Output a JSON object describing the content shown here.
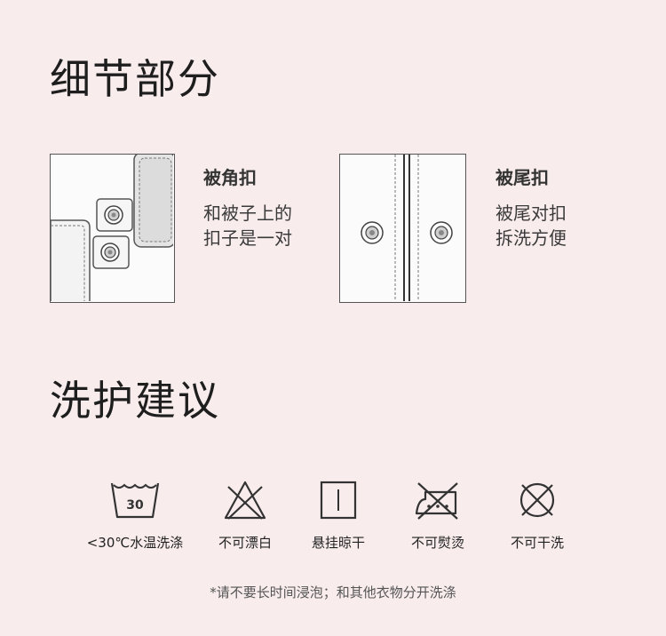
{
  "sections": {
    "detail_title": "细节部分",
    "care_title": "洗护建议"
  },
  "details": [
    {
      "title": "被角扣",
      "lines": [
        "和被子上的",
        "扣子是一对"
      ]
    },
    {
      "title": "被尾扣",
      "lines": [
        "被尾对扣",
        "拆洗方便"
      ]
    }
  ],
  "care": [
    {
      "icon": "wash-30-icon",
      "label": "<30℃水温洗涤",
      "temp": "30"
    },
    {
      "icon": "no-bleach-icon",
      "label": "不可漂白"
    },
    {
      "icon": "hang-dry-icon",
      "label": "悬挂晾干"
    },
    {
      "icon": "no-iron-icon",
      "label": "不可熨烫"
    },
    {
      "icon": "no-dry-clean-icon",
      "label": "不可干洗"
    }
  ],
  "footnote": "*请不要长时间浸泡；和其他衣物分开洗涤",
  "colors": {
    "background": "#f8ecec",
    "line": "#333333"
  }
}
